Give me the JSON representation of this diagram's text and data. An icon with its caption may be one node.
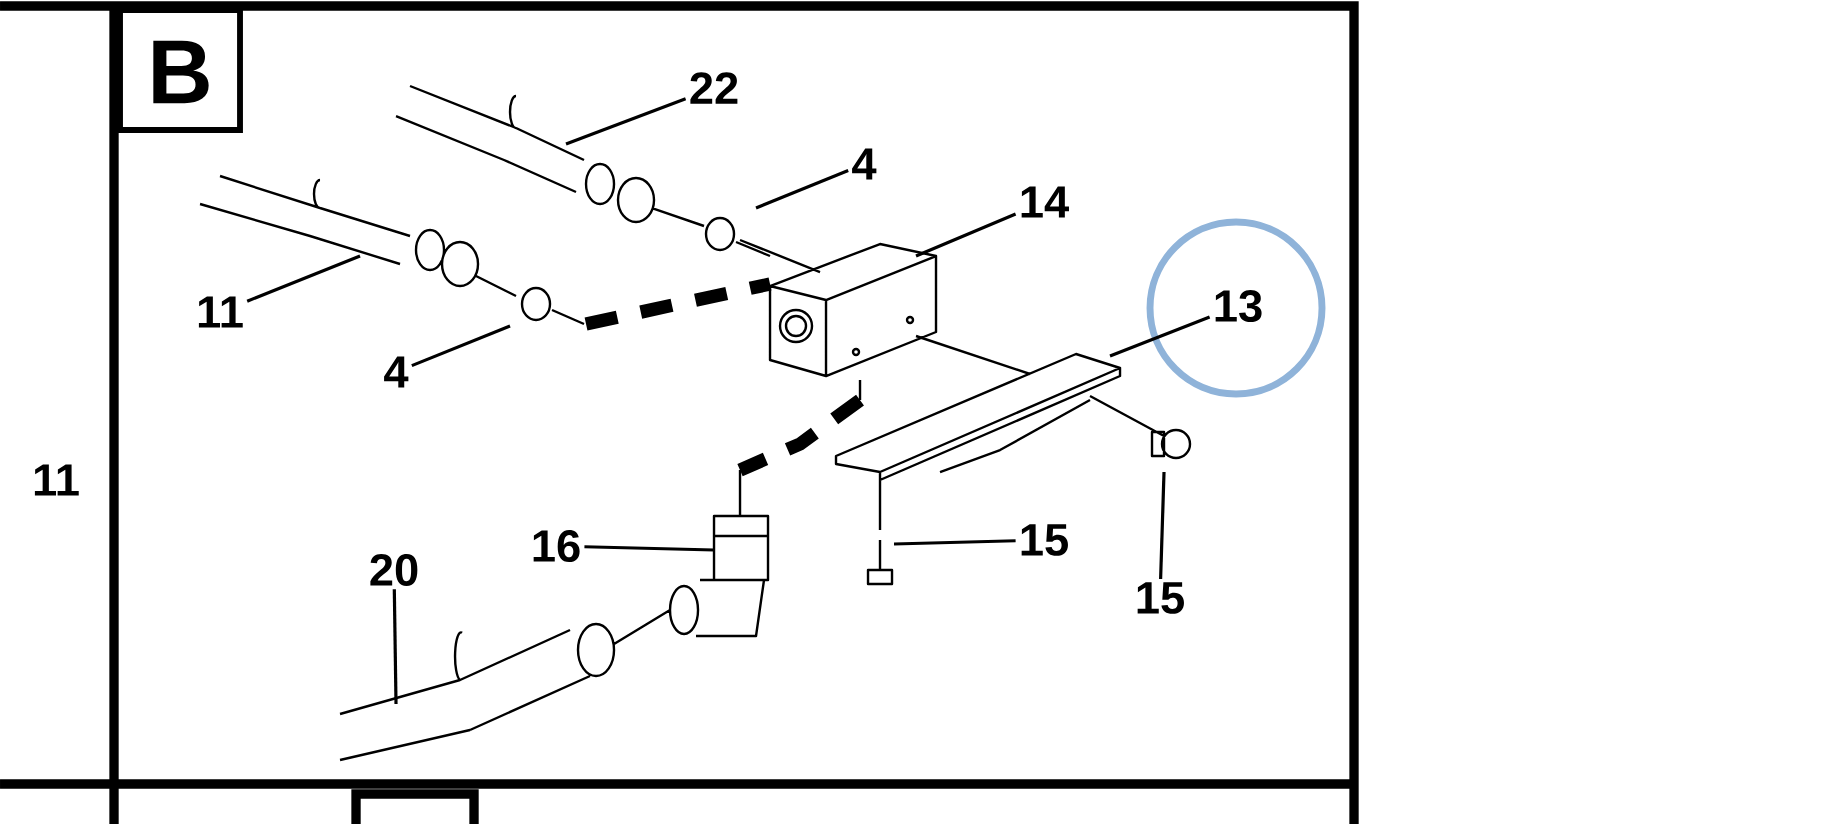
{
  "diagram": {
    "nodes": [
      {
        "text": [
          "22"
        ]
      },
      {
        "text": [
          "4"
        ]
      },
      {
        "text": [
          "14"
        ]
      },
      {
        "text": [
          "11"
        ]
      },
      {
        "text": [
          "4"
        ]
      },
      {
        "text": [
          "13"
        ]
      },
      {
        "text": [
          "16"
        ]
      },
      {
        "text": [
          "15"
        ]
      },
      {
        "text": [
          "15"
        ]
      },
      {
        "text": [
          "20"
        ]
      }
    ],
    "edges": [
      {
        "from": 0,
        "to": null,
        "arrow": "none"
      },
      {
        "from": 1,
        "to": null,
        "arrow": "none"
      },
      {
        "from": 2,
        "to": null,
        "arrow": "none"
      },
      {
        "from": 3,
        "to": null,
        "arrow": "none"
      },
      {
        "from": 4,
        "to": null,
        "arrow": "none"
      },
      {
        "from": 5,
        "to": null,
        "arrow": "none"
      },
      {
        "from": 6,
        "to": null,
        "arrow": "none"
      },
      {
        "from": 7,
        "to": null,
        "arrow": "none"
      },
      {
        "from": 8,
        "to": null,
        "arrow": "none"
      },
      {
        "from": 9,
        "to": null,
        "arrow": "none"
      }
    ],
    "labels": [
      "B",
      "11"
    ]
  }
}
